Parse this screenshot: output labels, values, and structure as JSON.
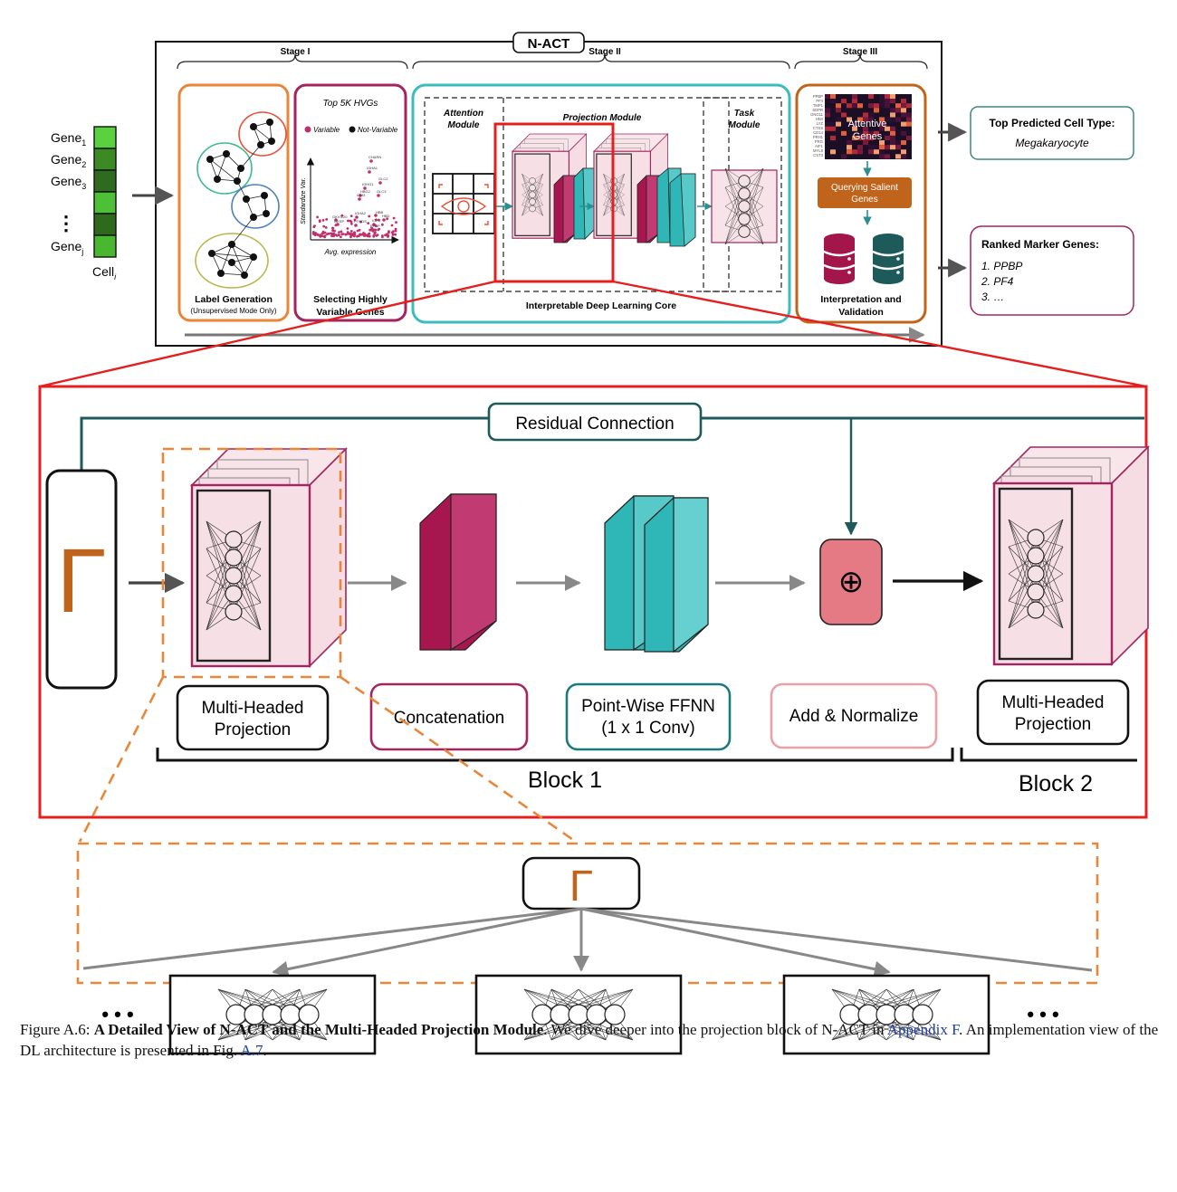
{
  "title": "N-ACT",
  "input": {
    "genes": [
      "Gene",
      "Gene",
      "Gene",
      "Gene"
    ],
    "gene_subs": [
      "1",
      "2",
      "3",
      "j"
    ],
    "dots": "⋮",
    "cell": "Cell",
    "cell_sub": "i"
  },
  "stages": {
    "stage1": "Stage I",
    "stage2": "Stage II",
    "stage3": "Stage III"
  },
  "stage1": {
    "label_gen_title": "Label Generation",
    "label_gen_sub": "(Unsupervised Mode Only)",
    "hvg_title": "Top 5K HVGs",
    "legend_variable": "Variable",
    "legend_not_variable": "Not-Variable",
    "y_axis": "Standardize Var.",
    "x_axis": "Avg. expression",
    "gene_labels": [
      "CHARN",
      "IGHA1",
      "GLC2",
      "IGHG1",
      "HBG2",
      "GLC3",
      "HBB",
      "IGH3",
      "HBD",
      "GKV3-20",
      "GKSP",
      "IGHA2",
      "PTGDS",
      "IGH1",
      "PPBP"
    ],
    "hvg_caption_1": "Selecting Highly",
    "hvg_caption_2": "Variable Genes"
  },
  "stage2": {
    "attention": [
      "Attention",
      "Module"
    ],
    "projection": "Projection Module",
    "task": [
      "Task",
      "Module"
    ],
    "core": "Interpretable Deep Learning Core"
  },
  "stage3": {
    "heatmap_genes": [
      "PPBP",
      "PF4",
      "TMP1",
      "SDPR",
      "GNG11",
      "HN4",
      "LYZ",
      "CTSS",
      "CD14",
      "PRH1",
      "PRG",
      "AIF1",
      "MYL9",
      "CST3"
    ],
    "attentive": [
      "Attentive",
      "Genes"
    ],
    "querying": [
      "Querying Salient",
      "Genes"
    ],
    "caption": [
      "Interpretation and",
      "Validation"
    ]
  },
  "outputs": {
    "cell_type_title": "Top Predicted Cell Type:",
    "cell_type_value": "Megakaryocyte",
    "markers_title": "Ranked Marker Genes:",
    "markers": [
      "1.  PPBP",
      "2.  PF4",
      "3.  …"
    ]
  },
  "block": {
    "residual": "Residual Connection",
    "gamma": "Γ",
    "mhp": [
      "Multi-Headed",
      "Projection"
    ],
    "concat": "Concatenation",
    "ffnn": [
      "Point-Wise FFNN",
      "(1 x 1 Conv)"
    ],
    "addnorm": "Add & Normalize",
    "mhp2": [
      "Multi-Headed",
      "Projection"
    ],
    "block1": "Block 1",
    "block2": "Block 2",
    "plus": "⊕"
  },
  "heads": {
    "gamma": "Γ",
    "ellipsis": "• • •"
  },
  "caption": {
    "prefix": "Figure A.6: ",
    "bold": "A Detailed View of N-ACT and the Multi-Headed Projection Module",
    "text1": ". We dive deeper into the projection block of N-ACT in ",
    "link1": "Appendix F",
    "text2": ". An implementation view of the DL architecture is presented in Fig. ",
    "link2": "A.7",
    "text3": "."
  },
  "colors": {
    "orange": "#e8873a",
    "magenta": "#a3245e",
    "teal": "#3cbcbc",
    "darkteal": "#1e5a5a",
    "red": "#e41f1f",
    "brown": "#c0641c",
    "pink": "#e57a84",
    "green": "#3ea233"
  }
}
